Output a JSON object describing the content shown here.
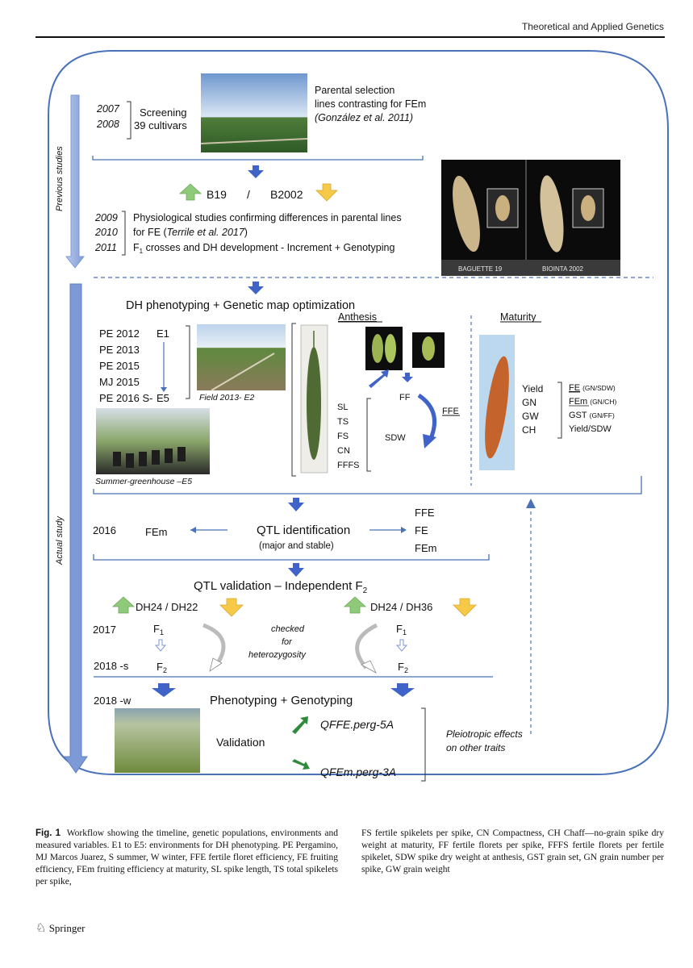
{
  "header": {
    "journal": "Theoretical and Applied Genetics"
  },
  "figure": {
    "side_labels": {
      "previous": "Previous studies",
      "actual": "Actual study"
    },
    "top": {
      "y2007": "2007",
      "y2008": "2008",
      "screening": "Screening",
      "cultivars": "39 cultivars",
      "parental1": "Parental selection",
      "parental2": "lines contrasting for FEm",
      "parental3": "(González et al. 2011)",
      "b19": "B19",
      "slash": "/",
      "b2002": "B2002",
      "y2009": "2009",
      "y2010": "2010",
      "y2011": "2011",
      "phys1": "Physiological studies confirming differences in parental lines",
      "phys2a": "for FE (",
      "phys2b": "Terrile et al. 2017",
      "phys2c": ")",
      "f1a": "F",
      "f1sub": "1",
      "f1b": " crosses and DH development  - Increment + Genotyping",
      "baguette": "BAGUETTE 19",
      "bioinita": "BIOINTA 2002"
    },
    "pheno": {
      "title": "DH phenotyping + Genetic map optimization",
      "env": [
        "PE 2012",
        "PE 2013",
        "PE 2015",
        "MJ 2015",
        "PE 2016 S-"
      ],
      "e1": "E1",
      "e5": "E5",
      "field_label": "Field 2013- E2",
      "greenhouse_label": "Summer-greenhouse –E5",
      "anthesis": "Anthesis",
      "maturity": "Maturity",
      "spike_traits": [
        "SL",
        "TS",
        "FS",
        "CN",
        "FFFS"
      ],
      "ff": "FF",
      "sdw": "SDW",
      "ffe": "FFE",
      "mat_left": [
        "Yield",
        "GN",
        "GW",
        "CH"
      ],
      "fe": "FE",
      "fe_sub": "(GN/SDW)",
      "fem": "FEm",
      "fem_sub": "(GN/CH)",
      "gst": "GST",
      "gst_sub": "(GN/FF)",
      "yield_sdw": "Yield/SDW"
    },
    "qtl": {
      "year": "2016",
      "left": "FEm",
      "title": "QTL identification",
      "sub": "(major and stable)",
      "right": [
        "FFE",
        "FE",
        "FEm"
      ]
    },
    "validation": {
      "title_a": "QTL validation – Independent F",
      "title_sub": "2",
      "left_pair": "DH24 / DH22",
      "right_pair": "DH24 / DH36",
      "y2017": "2017",
      "y2018s": "2018 -s",
      "f": "F",
      "sub1": "1",
      "sub2": "2",
      "checked": [
        "checked",
        "for",
        "heterozygosity"
      ],
      "y2018w": "2018 -w",
      "pheno_geno": "Phenotyping + Genotyping",
      "validation": "Validation",
      "qffe": "QFFE.perg-5A",
      "qfem": "QFEm.perg-3A",
      "pleio": [
        "Pleiotropic effects",
        "on other traits"
      ]
    },
    "colors": {
      "frame": "#4a72b8",
      "arrow": "#3f63c8",
      "green": "#8fc97a",
      "gold": "#f7c948",
      "darkgreen": "#2f8a3c"
    }
  },
  "caption": {
    "label": "Fig. 1",
    "col1": "Workflow showing the timeline, genetic populations, environments and measured variables. E1 to E5: environments for DH phenotyping. PE Pergamino, MJ Marcos Juarez, S summer, W winter, FFE fertile floret efficiency, FE fruiting efficiency, FEm fruiting efficiency at maturity, SL spike length, TS total spikelets per spike,",
    "col2": "FS fertile spikelets per spike, CN Compactness, CH Chaff—no-grain spike dry weight at maturity, FF fertile florets per spike, FFFS fertile florets per fertile spikelet, SDW spike dry weight at anthesis, GST grain set, GN grain number per spike, GW grain weight"
  },
  "footer": {
    "publisher": "Springer"
  }
}
